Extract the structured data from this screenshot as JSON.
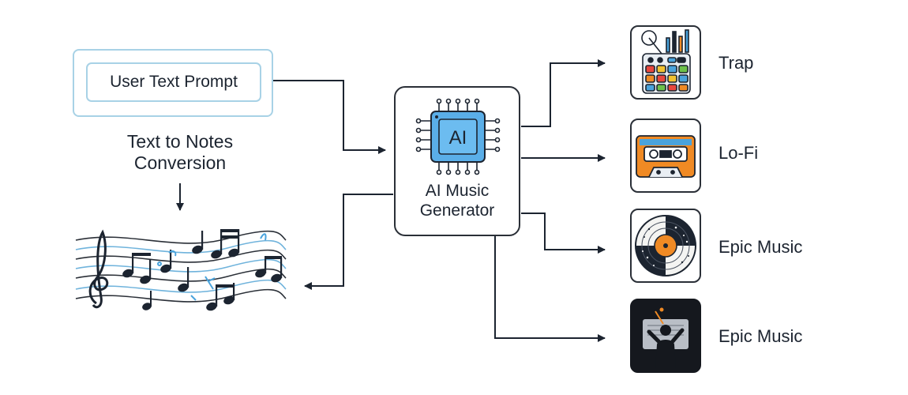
{
  "diagram": {
    "prompt_box": {
      "label": "User Text Prompt"
    },
    "conversion_step": {
      "line1": "Text to Notes",
      "line2": "Conversion"
    },
    "generator": {
      "chip_label": "AI",
      "line1": "AI Music",
      "line2": "Generator"
    },
    "outputs": [
      {
        "label": "Trap",
        "icon": "drum-pad-icon"
      },
      {
        "label": "Lo-Fi",
        "icon": "cassette-icon"
      },
      {
        "label": "Epic Music",
        "icon": "vinyl-record-icon"
      },
      {
        "label": "Epic Music",
        "icon": "conductor-icon"
      }
    ]
  },
  "colors": {
    "outline": "#2a2f37",
    "prompt_border": "#a8d2e6",
    "chip_blue": "#5aaee8",
    "accent_orange": "#f08a24"
  }
}
